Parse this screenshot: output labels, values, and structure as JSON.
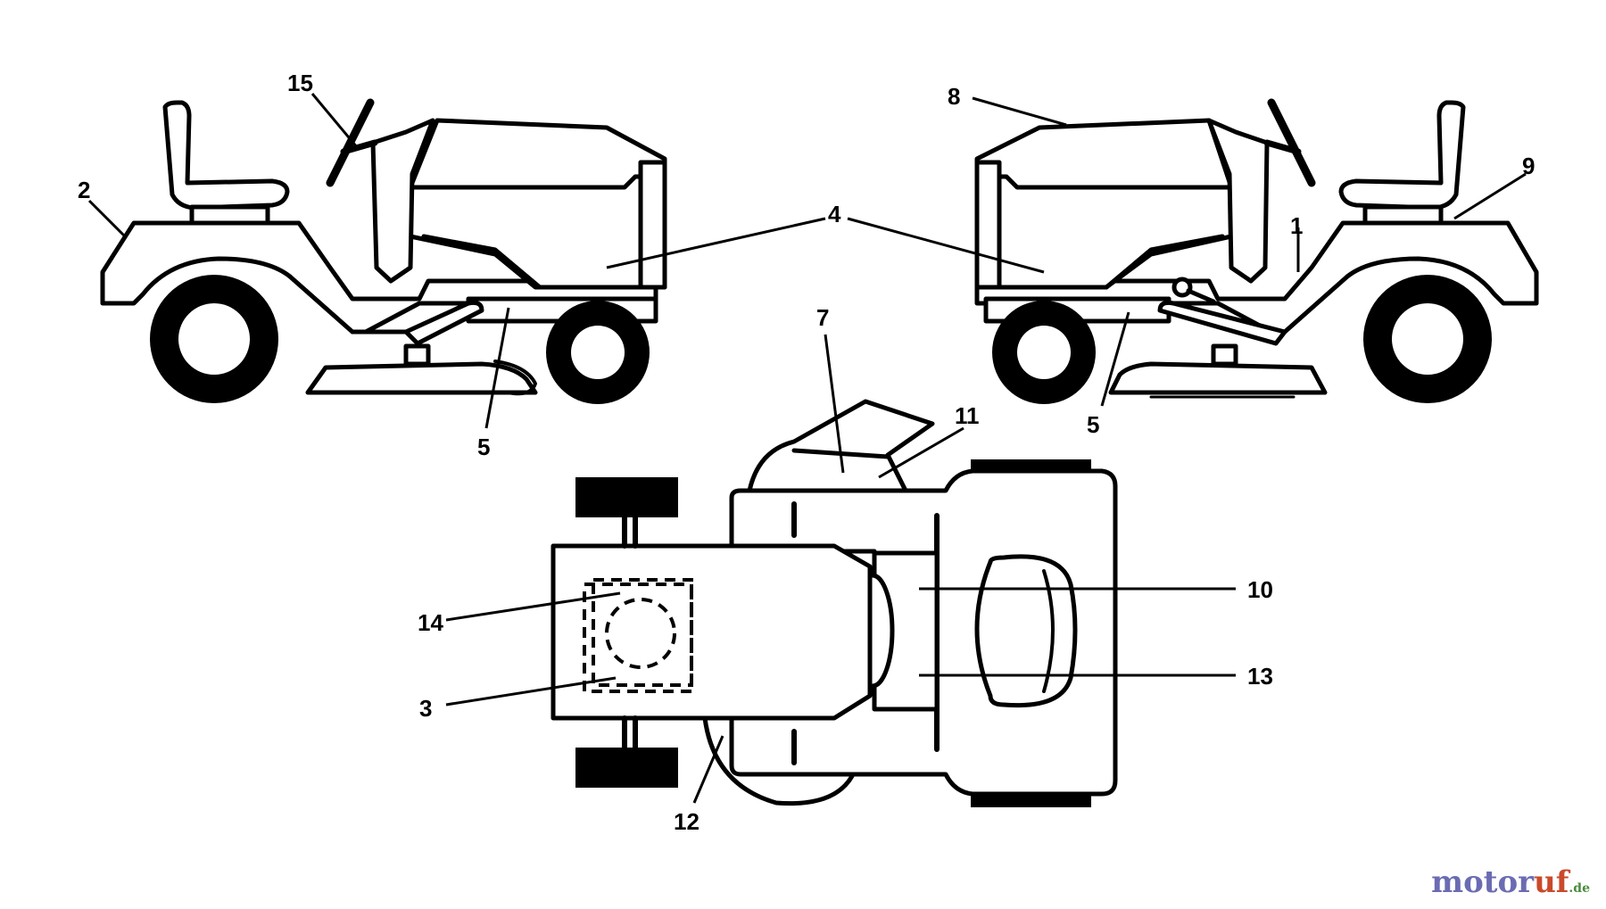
{
  "callouts": {
    "c1": "1",
    "c2": "2",
    "c3": "3",
    "c4": "4",
    "c5_left": "5",
    "c5_right": "5",
    "c7": "7",
    "c8": "8",
    "c9": "9",
    "c10": "10",
    "c11": "11",
    "c12": "12",
    "c13": "13",
    "c14": "14",
    "c15": "15"
  },
  "watermark": {
    "part1": "motor",
    "part2": "uf",
    "part3": ".de"
  }
}
